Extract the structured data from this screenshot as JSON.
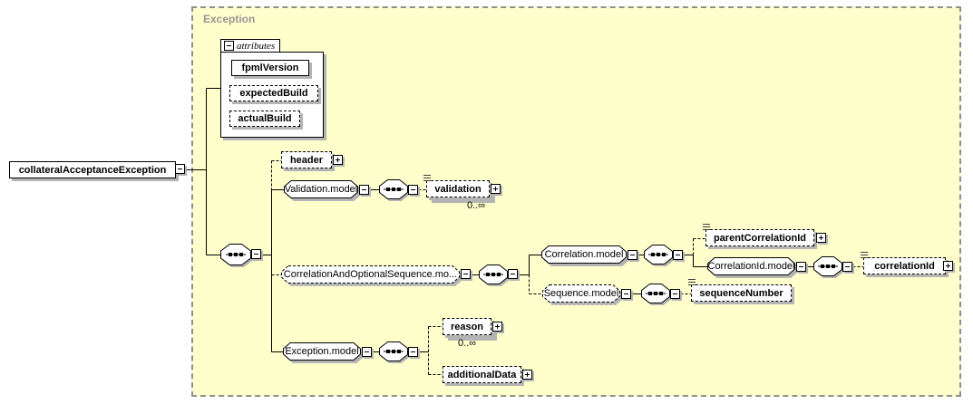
{
  "diagram": {
    "container_label": "Exception"
  },
  "colors": {
    "container_fill": "#ffffcc",
    "container_border": "#8e8e8e",
    "shadow": "#b4b4b4",
    "label_gray": "#969696"
  },
  "root": {
    "label": "collateralAcceptanceException"
  },
  "attributes_panel": {
    "title": "attributes",
    "items": [
      {
        "label": "fpmlVersion"
      },
      {
        "label": "expectedBuild"
      },
      {
        "label": "actualBuild"
      }
    ]
  },
  "nodes": {
    "header": {
      "label": "header"
    },
    "validation_model": {
      "label": "Validation.model"
    },
    "validation": {
      "label": "validation",
      "occurs": "0..∞"
    },
    "correlation_and_optional_sequence_model": {
      "label": "CorrelationAndOptionalSequence.mo..."
    },
    "correlation_model": {
      "label": "Correlation.model"
    },
    "parent_correlation_id": {
      "label": "parentCorrelationId"
    },
    "correlation_id_model": {
      "label": "CorrelationId.model"
    },
    "correlation_id": {
      "label": "correlationId"
    },
    "sequence_model": {
      "label": "Sequence.model"
    },
    "sequence_number": {
      "label": "sequenceNumber"
    },
    "exception_model": {
      "label": "Exception.model"
    },
    "reason": {
      "label": "reason",
      "occurs": "0..∞"
    },
    "additional_data": {
      "label": "additionalData"
    }
  }
}
